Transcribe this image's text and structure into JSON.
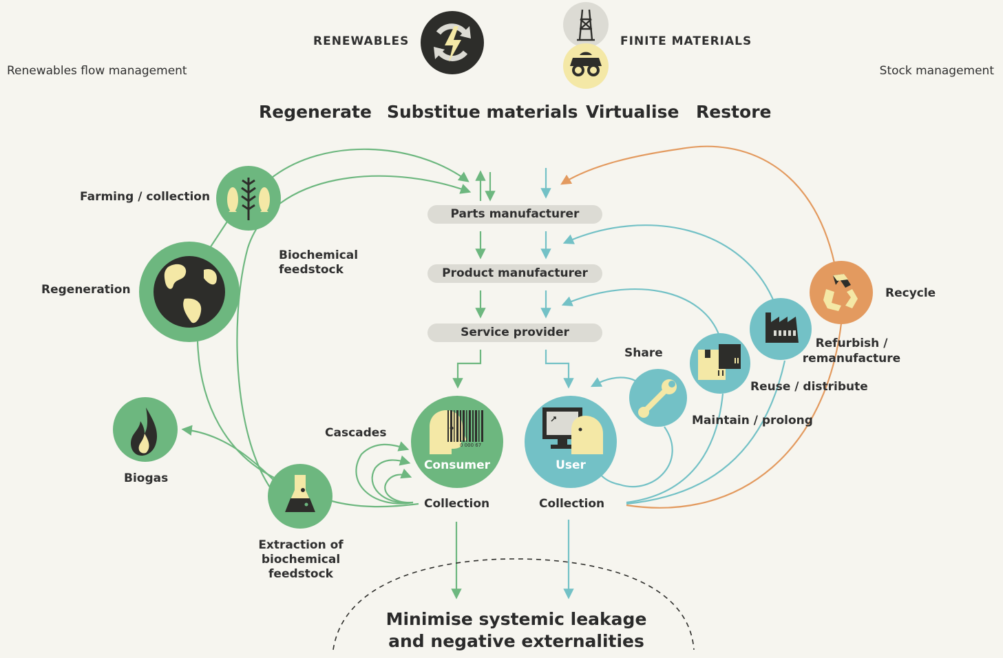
{
  "header": {
    "renewables": "RENEWABLES",
    "finite_materials": "FINITE MATERIALS",
    "renewables_flow": "Renewables flow management",
    "stock_management": "Stock management"
  },
  "strategies": [
    "Regenerate",
    "Substitue materials",
    "Virtualise",
    "Restore"
  ],
  "chain": {
    "parts_manufacturer": "Parts manufacturer",
    "product_manufacturer": "Product manufacturer",
    "service_provider": "Service provider"
  },
  "biological": {
    "farming": "Farming / collection",
    "biochemical_feedstock": [
      "Biochemical",
      "feedstock"
    ],
    "regeneration": "Regeneration",
    "biogas": "Biogas",
    "cascades": "Cascades",
    "extraction": [
      "Extraction of",
      "biochemical",
      "feedstock"
    ]
  },
  "technical": {
    "share": "Share",
    "recycle": "Recycle",
    "refurbish": [
      "Refurbish /",
      "remanufacture"
    ],
    "reuse": "Reuse / distribute",
    "maintain": "Maintain / prolong"
  },
  "users": {
    "consumer": "Consumer",
    "user": "User",
    "collection_left": "Collection",
    "collection_right": "Collection",
    "barcode_number": "0 000 67"
  },
  "footer": {
    "line1": "Minimise systemic leakage",
    "line2": "and negative externalities"
  },
  "colors": {
    "green": "#6db77f",
    "green_dark": "#5aa56c",
    "teal": "#73c1c6",
    "orange": "#e39a5f",
    "dark": "#2d2d2a",
    "cream": "#f4e8a6",
    "grey": "#dcdbd4"
  },
  "icons": {
    "renewables": "lightning-cycle-icon",
    "finite": [
      "oil-derrick-icon",
      "mining-truck-icon"
    ],
    "farming": "fish-wheat-icon",
    "regeneration": "earth-globe-icon",
    "biogas": "flame-icon",
    "extraction": "flask-icon",
    "consumer": "person-barcode-icon",
    "user": "person-computer-icon",
    "share": "wrench-icon",
    "reuse": "boxes-icon",
    "refurbish": "factory-icon",
    "recycle": "recycle-icon"
  }
}
